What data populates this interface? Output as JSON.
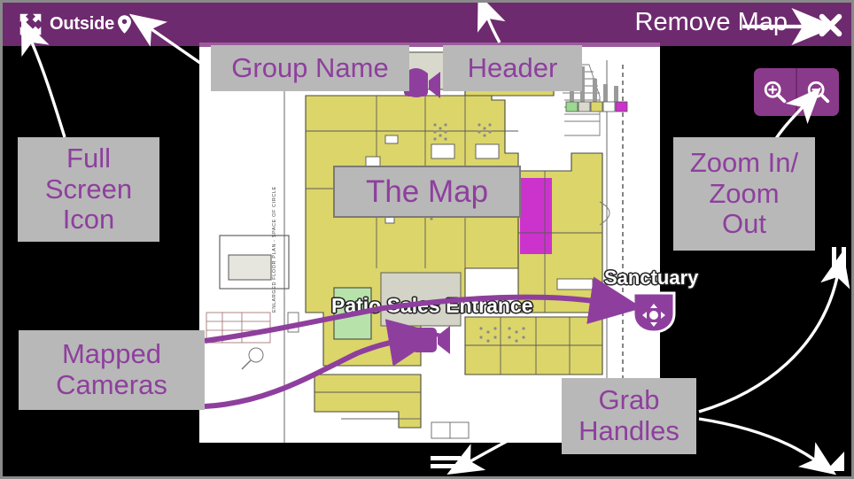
{
  "header": {
    "group_name": "Outside",
    "pin_icon": "map-pin-icon",
    "fullscreen_icon": "fullscreen-expand-icon",
    "remove_map_label": "Remove Map",
    "close_icon": "close-x-icon",
    "background_color": "#6e2a6e"
  },
  "controls": {
    "zoom_in_icon": "magnifier-plus-icon",
    "zoom_out_icon": "magnifier-minus-icon",
    "zoom_button_color": "#8a3a8a"
  },
  "handles": {
    "bottom": "grab-handle-bottom",
    "right": "grab-handle-right",
    "corner": "resize-handle-corner"
  },
  "map": {
    "background_color": "#ffffff",
    "floor_fill_color": "#dcd56a",
    "accent_color": "#8e3f9e",
    "vertical_note": "ENLARGED FLOOR PLAN - SPACE OF CIRCLE",
    "markers": [
      {
        "name": "Patio Sales Entrance",
        "type": "camera-box-icon"
      },
      {
        "name": "Sanctuary",
        "type": "dome-camera-icon"
      }
    ],
    "legend_swatches": [
      "#9ad98f",
      "#d8d8cc",
      "#dcd56a",
      "#ffffff",
      "#cc33cc"
    ]
  },
  "callouts": {
    "group_name": "Group Name",
    "header": "Header",
    "full_screen_icon": "Full\nScreen\nIcon",
    "full_screen_icon_lines": [
      "Full",
      "Screen",
      "Icon"
    ],
    "zoom": "Zoom In/\nZoom\nOut",
    "zoom_lines": [
      "Zoom In/",
      "Zoom",
      "Out"
    ],
    "the_map": "The Map",
    "mapped_cameras_lines": [
      "Mapped",
      "Cameras"
    ],
    "grab_handles_lines": [
      "Grab",
      "Handles"
    ],
    "box_color": "#b8b8b8",
    "text_color": "#8e3f9e"
  }
}
